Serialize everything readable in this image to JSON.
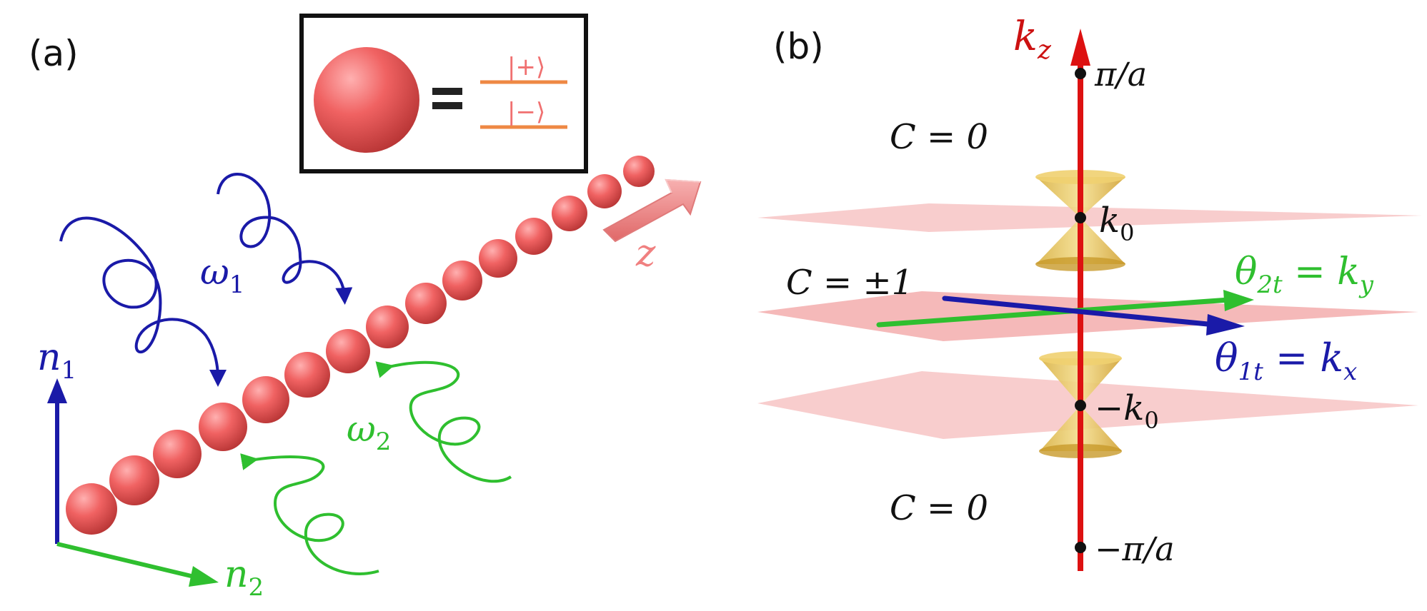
{
  "panel_a": {
    "label": "(a)",
    "inset": {
      "equals": "=",
      "ket_plus": "|+⟩",
      "ket_minus": "|−⟩"
    },
    "omega1": {
      "sym": "ω",
      "sub": "1"
    },
    "omega2": {
      "sym": "ω",
      "sub": "2"
    },
    "n1": {
      "sym": "n",
      "sub": "1"
    },
    "n2": {
      "sym": "n",
      "sub": "2"
    },
    "z": "z",
    "colors": {
      "sphere": "#f06060",
      "blue": "#1a1aa8",
      "green": "#2fbf2f",
      "orange": "#ee8844",
      "z_arrow": "#f08080"
    },
    "icons": {
      "sphere": "sphere-icon",
      "drive": "helix-arrow-icon"
    }
  },
  "panel_b": {
    "label": "(b)",
    "kz": {
      "sym": "k",
      "sub": "z"
    },
    "pi_over_a": "π/a",
    "minus_pi_over_a": "−π/a",
    "k0": {
      "sym": "k",
      "sub": "0"
    },
    "minus_k0": {
      "prefix": "−",
      "sym": "k",
      "sub": "0"
    },
    "c_top": "C = 0",
    "c_mid": "C = ±1",
    "c_bottom": "C = 0",
    "theta2": {
      "sym": "θ",
      "sub": "2t",
      "rhs_sym": "k",
      "rhs_sub": "y"
    },
    "theta1": {
      "sym": "θ",
      "sub": "1t",
      "rhs_sym": "k",
      "rhs_sub": "x"
    },
    "colors": {
      "axis": "#dd1111",
      "plane": "#f4b0b0",
      "cone": "#e8c24a",
      "blue": "#1a1aa8",
      "green": "#2fbf2f"
    }
  }
}
